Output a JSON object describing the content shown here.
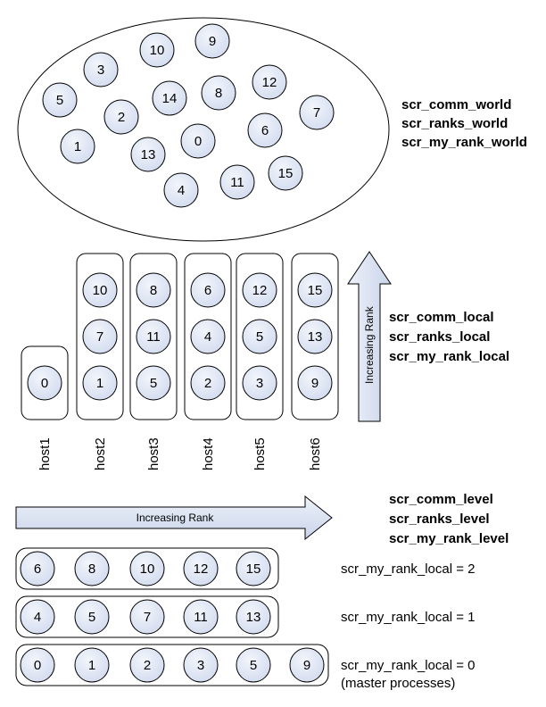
{
  "world": {
    "ranks": [
      "10",
      "9",
      "3",
      "5",
      "14",
      "8",
      "12",
      "2",
      "7",
      "1",
      "13",
      "0",
      "6",
      "4",
      "11",
      "15"
    ],
    "labels": [
      "scr_comm_world",
      "scr_ranks_world",
      "scr_my_rank_world"
    ]
  },
  "local": {
    "hosts": [
      {
        "name": "host1",
        "ranks": [
          "0"
        ]
      },
      {
        "name": "host2",
        "ranks": [
          "10",
          "7",
          "1"
        ]
      },
      {
        "name": "host3",
        "ranks": [
          "8",
          "11",
          "5"
        ]
      },
      {
        "name": "host4",
        "ranks": [
          "6",
          "4",
          "2"
        ]
      },
      {
        "name": "host5",
        "ranks": [
          "12",
          "5",
          "3"
        ]
      },
      {
        "name": "host6",
        "ranks": [
          "15",
          "13",
          "9"
        ]
      }
    ],
    "arrow_label": "Increasing Rank",
    "labels": [
      "scr_comm_local",
      "scr_ranks_local",
      "scr_my_rank_local"
    ]
  },
  "level": {
    "arrow_label": "Increasing Rank",
    "labels": [
      "scr_comm_level",
      "scr_ranks_level",
      "scr_my_rank_level"
    ],
    "rows": [
      {
        "ranks": [
          "6",
          "8",
          "10",
          "12",
          "15"
        ],
        "caption": "scr_my_rank_local = 2"
      },
      {
        "ranks": [
          "4",
          "5",
          "7",
          "11",
          "13"
        ],
        "caption": "scr_my_rank_local = 1"
      },
      {
        "ranks": [
          "0",
          "1",
          "2",
          "3",
          "5",
          "9"
        ],
        "caption": "scr_my_rank_local = 0",
        "caption2": "(master processes)"
      }
    ]
  },
  "colors": {
    "node_fill": "#dde4f2",
    "arrow_fill": "#dde4f2",
    "stroke": "#000000"
  }
}
